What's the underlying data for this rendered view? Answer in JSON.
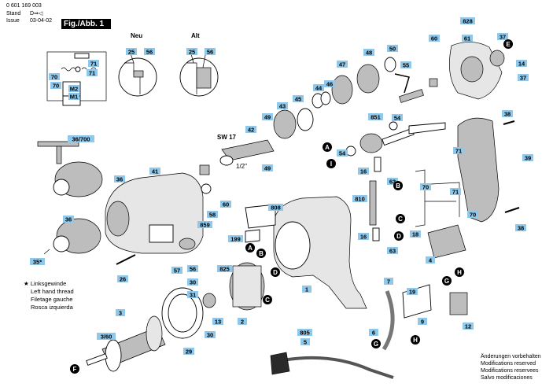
{
  "header": {
    "doc_number": "0 601 169 003",
    "stand_label": "Stand",
    "issue_label": "Issue",
    "stand_mark": "D⇒◁",
    "issue_date": "03-04-02",
    "figure_title": "Fig./Abb. 1"
  },
  "detail": {
    "neu_label": "Neu",
    "alt_label": "Alt",
    "sw_label": "SW 17",
    "half_inch": "1/2\""
  },
  "footnote": {
    "marker": "★",
    "lines": [
      "Linksgewinde",
      "Left hand thread",
      "Filetage gauche",
      "Rosca izquierda"
    ]
  },
  "notes": {
    "lines": [
      "Änderungen vorbehalten",
      "Modifications reserved",
      "Modifications reservees",
      "Salvo modificaciones"
    ]
  },
  "colors": {
    "tag_fill": "#8fc8ea",
    "ink": "#000000"
  },
  "part_tags": {
    "t828": "828",
    "t60a": "60",
    "t61": "61",
    "t37a": "37",
    "t14": "14",
    "t37b": "37",
    "t50": "50",
    "t55": "55",
    "t48": "48",
    "t47": "47",
    "t46": "46",
    "t44": "44",
    "t45": "45",
    "t43": "43",
    "t49a": "49",
    "t42": "42",
    "t49b": "49",
    "t851": "851",
    "t54a": "54",
    "t54b": "54",
    "t71a": "71",
    "t38a": "38",
    "t39": "39",
    "t36_700": "36/700",
    "t36a": "36",
    "t41": "41",
    "t16a": "16",
    "t63a": "63",
    "t70a": "70",
    "t71b": "71",
    "t70b": "70",
    "t810": "810",
    "t808": "808",
    "t199": "199",
    "t58": "58",
    "t859": "859",
    "t60b": "60",
    "t36b": "36",
    "t16b": "16",
    "t18": "18",
    "t63b": "63",
    "t4": "4",
    "t38b": "38",
    "t35": "35*",
    "t26": "26",
    "t57": "57",
    "t56": "56",
    "t825": "825",
    "t1": "1",
    "t7": "7",
    "t19": "19",
    "t30a": "30",
    "t31": "31",
    "t2": "2",
    "t13": "13",
    "t30b": "30",
    "t12": "12",
    "t3": "3",
    "t3_60": "3/60",
    "t29": "29",
    "t9": "9",
    "t6": "6",
    "t805": "805",
    "t5": "5",
    "t25a": "25",
    "t56a": "56",
    "t25b": "25",
    "t56b": "56",
    "t71c": "71",
    "t71d": "71",
    "t70c": "70",
    "t70d": "70",
    "tM2": "M2",
    "tM1": "M1"
  },
  "circle_markers": {
    "A1": "A",
    "A2": "A",
    "B1": "B",
    "B2": "B",
    "C1": "C",
    "C2": "C",
    "D1": "D",
    "D2": "D",
    "E": "E",
    "F1": "F",
    "F2": "F",
    "G1": "G",
    "G2": "G",
    "H1": "H",
    "H2": "H",
    "I1": "I",
    "I2": "I"
  }
}
